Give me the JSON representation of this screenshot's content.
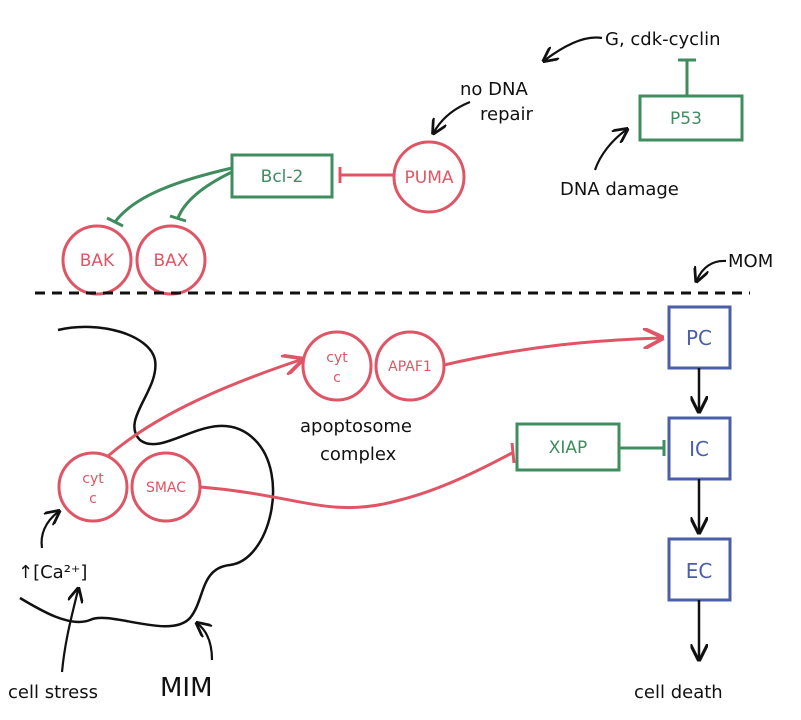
{
  "nodes": {
    "bak": "BAK",
    "bax": "BAX",
    "bcl2": "Bcl-2",
    "puma": "PUMA",
    "p53": "P53",
    "cytc_top_line1": "cyt",
    "cytc_top_line2": "c",
    "apaf1": "APAF1",
    "cytc_bottom_line1": "cyt",
    "cytc_bottom_line2": "c",
    "smac": "SMAC",
    "xiap": "XIAP",
    "pc": "PC",
    "ic": "IC",
    "ec": "EC"
  },
  "labels": {
    "g1_cdk": "G, cdk-cyclin",
    "no_dna_repair_line1": "no DNA",
    "no_dna_repair_line2": "repair",
    "dna_damage": "DNA damage",
    "mom": "MOM",
    "apoptosome_line1": "apoptosome",
    "apoptosome_line2": "complex",
    "calcium": "↑[Ca²⁺]",
    "cell_stress": "cell stress",
    "mim": "MIM",
    "cell_death": "cell death"
  },
  "colors": {
    "red": "#e05565",
    "green": "#3f8c5e",
    "blue": "#4a5fa8",
    "black": "#111111"
  }
}
